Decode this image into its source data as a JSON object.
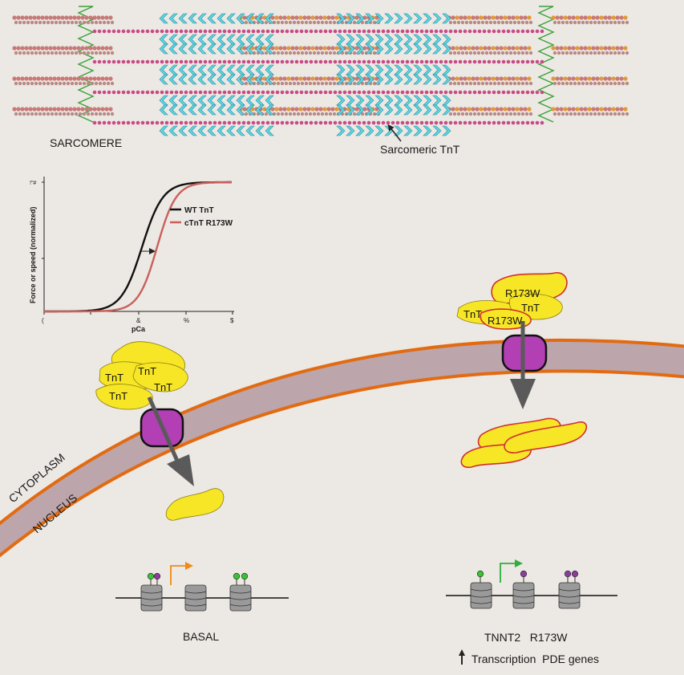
{
  "sarcomere": {
    "label": "SARCOMERE",
    "tnt_label": "Sarcomeric TnT"
  },
  "inset_chart": {
    "y_axis_label": "Force or speed (normalized)",
    "y_top_tick": "!\"#",
    "x_axis_label": "pCa",
    "x_tick_labels": [
      "(",
      "&",
      "%",
      "$"
    ],
    "legend": [
      "WT TnT",
      "cTnT R173W"
    ],
    "colors": {
      "wt": "#111111",
      "mutant": "#c9605d"
    }
  },
  "chart_data": {
    "type": "line",
    "title": "",
    "xlabel": "pCa",
    "ylabel": "Force or speed (normalized)",
    "x_tick_labels": [
      "(",
      "&",
      "%",
      "$"
    ],
    "ylim": [
      0,
      1
    ],
    "series": [
      {
        "name": "WT TnT",
        "color": "#111111",
        "midpoint_position": 0.52,
        "steepness": 0.055
      },
      {
        "name": "cTnT R173W",
        "color": "#c9605d",
        "midpoint_position": 0.6,
        "steepness": 0.05
      }
    ]
  },
  "cell": {
    "cytoplasm_label": "CYTOPLASM",
    "nucleus_label": "NUCLEUS",
    "membrane_color": "#e26b12",
    "envelope_fill": "#bca5ab",
    "pore_color": "#b23fb3"
  },
  "left_panel": {
    "tnt_labels": [
      "TnT",
      "TnT",
      "TnT",
      "TnT"
    ],
    "gene_label": "BASAL",
    "arrow_color": "#f08a14"
  },
  "right_panel": {
    "labels": [
      "R173W",
      "TnT",
      "TnT",
      "R173W"
    ],
    "gene_label": "TNNT2   R173W",
    "transcription_label": "Transcription  PDE genes",
    "arrow_color": "#2fae3c"
  },
  "colors": {
    "tnt_yellow": "#f7e626",
    "mutant_outline": "#d03030",
    "myosin_cyan": "#5fd6e3",
    "actin_pink": "#c84a86",
    "zdisc_green": "#3aa23a"
  }
}
